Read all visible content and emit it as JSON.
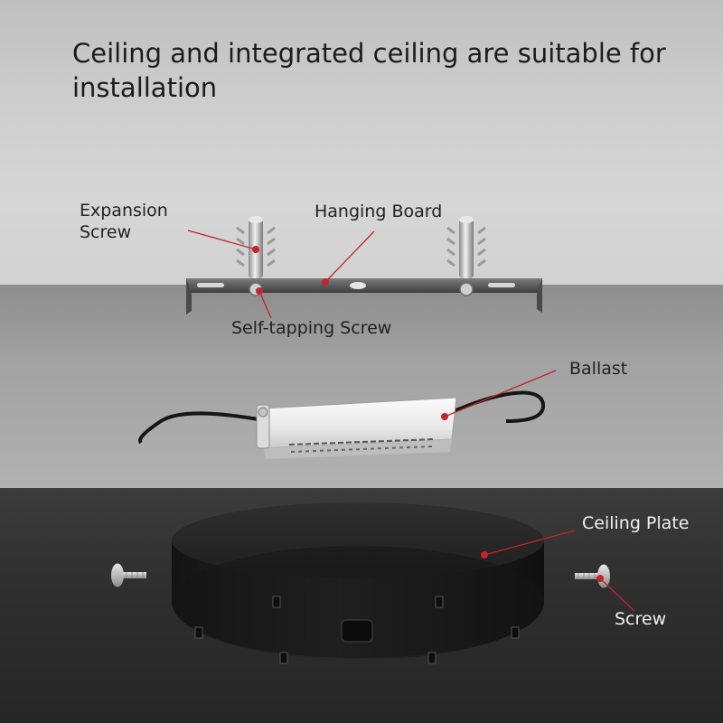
{
  "title": "Ceiling and integrated ceiling are suitable for installation",
  "labels": {
    "expansion_screw": "Expansion Screw",
    "hanging_board": "Hanging Board",
    "self_tapping_screw": "Self-tapping Screw",
    "ballast": "Ballast",
    "ceiling_plate": "Ceiling Plate",
    "screw": "Screw"
  },
  "colors": {
    "marker": "#c0262c",
    "ceiling": "#cdcdcd",
    "wall": "#a0a0a0",
    "floor": "#2e2e2e"
  }
}
